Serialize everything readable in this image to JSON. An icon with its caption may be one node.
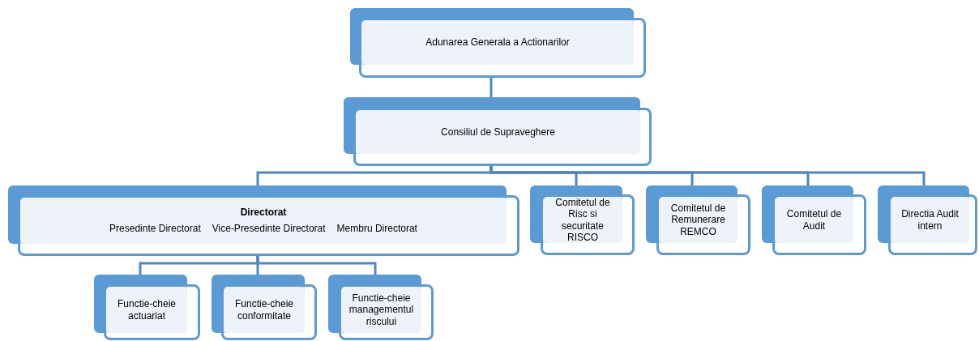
{
  "diagram": {
    "nodes": [
      {
        "text": [
          "Adunarea Generala a Actionarilor"
        ]
      },
      {
        "text": [
          "Consiliul de Supraveghere"
        ]
      },
      {
        "text": [
          "Directorat",
          "Presedinte Directorat",
          "Vice-Presedinte Directorat",
          "Membru Directorat"
        ]
      },
      {
        "text": [
          "Comitetul de Risc si securitate RISCO"
        ]
      },
      {
        "text": [
          "Comitetul de Remunerare REMCO"
        ]
      },
      {
        "text": [
          "Comitetul de Audit"
        ]
      },
      {
        "text": [
          "Directia Audit intern"
        ]
      },
      {
        "text": [
          "Functie-cheie actuariat"
        ]
      },
      {
        "text": [
          "Functie-cheie conformitate"
        ]
      },
      {
        "text": [
          "Functie-cheie managementul riscului"
        ]
      }
    ],
    "edges": [
      {
        "from": 0,
        "to": 1,
        "arrow": "none"
      },
      {
        "from": 1,
        "to": 2,
        "arrow": "none"
      },
      {
        "from": 1,
        "to": 3,
        "arrow": "none"
      },
      {
        "from": 1,
        "to": 4,
        "arrow": "none"
      },
      {
        "from": 1,
        "to": 5,
        "arrow": "none"
      },
      {
        "from": 1,
        "to": 6,
        "arrow": "none"
      },
      {
        "from": 2,
        "to": 7,
        "arrow": "none"
      },
      {
        "from": 2,
        "to": 8,
        "arrow": "none"
      },
      {
        "from": 2,
        "to": 9,
        "arrow": "none"
      }
    ]
  }
}
